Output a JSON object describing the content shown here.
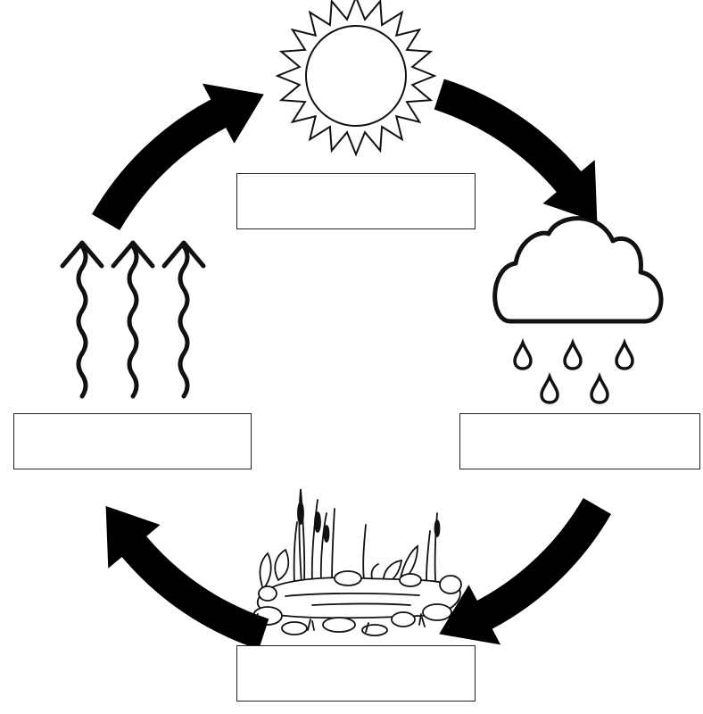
{
  "diagram": {
    "stages": [
      {
        "key": "sun",
        "icon": "sun-icon",
        "label": ""
      },
      {
        "key": "precipitation",
        "icon": "rain-cloud-icon",
        "label": ""
      },
      {
        "key": "collection",
        "icon": "pond-icon",
        "label": ""
      },
      {
        "key": "evaporation",
        "icon": "evaporation-arrows-icon",
        "label": ""
      }
    ],
    "arrows": [
      "cycle-arrow-top-left",
      "cycle-arrow-top-right",
      "cycle-arrow-bottom-right",
      "cycle-arrow-bottom-left"
    ],
    "colors": {
      "ink": "#000000",
      "line": "#222222",
      "background": "#ffffff"
    }
  }
}
